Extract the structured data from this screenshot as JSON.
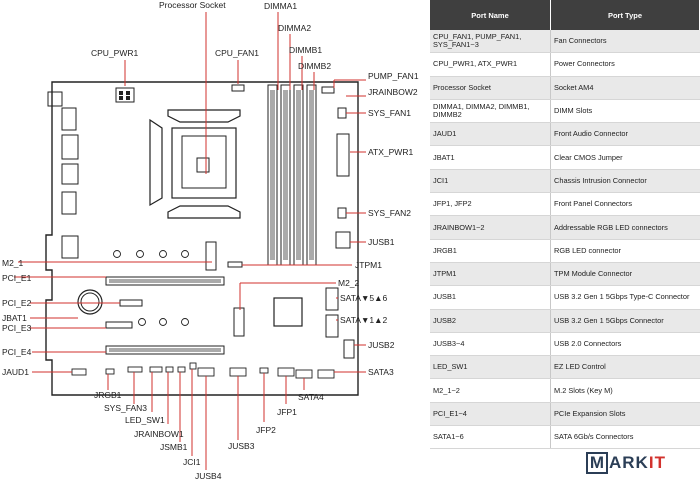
{
  "diagram": {
    "labels": {
      "processor_socket": "Processor Socket",
      "dimma1": "DIMMA1",
      "dimma2": "DIMMA2",
      "dimmb1": "DIMMB1",
      "dimmb2": "DIMMB2",
      "cpu_pwr1": "CPU_PWR1",
      "cpu_fan1": "CPU_FAN1",
      "pump_fan1": "PUMP_FAN1",
      "jrainbow2": "JRAINBOW2",
      "sys_fan1": "SYS_FAN1",
      "atx_pwr1": "ATX_PWR1",
      "sys_fan2": "SYS_FAN2",
      "jusb1": "JUSB1",
      "m2_1": "M2_1",
      "pci_e1": "PCI_E1",
      "jtpm1": "JTPM1",
      "m2_2": "M2_2",
      "pci_e2": "PCI_E2",
      "jbat1": "JBAT1",
      "pci_e3": "PCI_E3",
      "sata56": "SATA▼5▲6",
      "sata12": "SATA▼1▲2",
      "jusb2": "JUSB2",
      "pci_e4": "PCI_E4",
      "jaud1": "JAUD1",
      "sata3": "SATA3",
      "jrgb1": "JRGB1",
      "sys_fan3": "SYS_FAN3",
      "led_sw1": "LED_SW1",
      "jrainbow1": "JRAINBOW1",
      "jsmb1": "JSMB1",
      "jci1": "JCI1",
      "jusb4": "JUSB4",
      "jusb3": "JUSB3",
      "jfp2": "JFP2",
      "jfp1": "JFP1",
      "sata4": "SATA4"
    },
    "leader_color": "#d2322d"
  },
  "table": {
    "headers": [
      "Port Name",
      "Port Type"
    ],
    "rows": [
      [
        "CPU_FAN1, PUMP_FAN1, SYS_FAN1~3",
        "Fan Connectors"
      ],
      [
        "CPU_PWR1, ATX_PWR1",
        "Power Connectors"
      ],
      [
        "Processor Socket",
        "Socket AM4"
      ],
      [
        "DIMMA1, DIMMA2, DIMMB1, DIMMB2",
        "DIMM Slots"
      ],
      [
        "JAUD1",
        "Front Audio Connector"
      ],
      [
        "JBAT1",
        "Clear CMOS Jumper"
      ],
      [
        "JCI1",
        "Chassis Intrusion Connector"
      ],
      [
        "JFP1, JFP2",
        "Front Panel Connectors"
      ],
      [
        "JRAINBOW1~2",
        "Addressable RGB LED connectors"
      ],
      [
        "JRGB1",
        "RGB LED connector"
      ],
      [
        "JTPM1",
        "TPM Module Connector"
      ],
      [
        "JUSB1",
        "USB 3.2 Gen 1 5Gbps Type-C Connector"
      ],
      [
        "JUSB2",
        "USB 3.2 Gen 1 5Gbps Connector"
      ],
      [
        "JUSB3~4",
        "USB 2.0 Connectors"
      ],
      [
        "LED_SW1",
        "EZ LED Control"
      ],
      [
        "M2_1~2",
        "M.2 Slots (Key M)"
      ],
      [
        "PCI_E1~4",
        "PCIe Expansion Slots"
      ],
      [
        "SATA1~6",
        "SATA 6Gb/s Connectors"
      ]
    ]
  },
  "watermark": {
    "box_letter": "M",
    "text": "ARK",
    "accent": "IT",
    "accent_color": "#d2322d",
    "brand_color": "#2b3e56"
  }
}
